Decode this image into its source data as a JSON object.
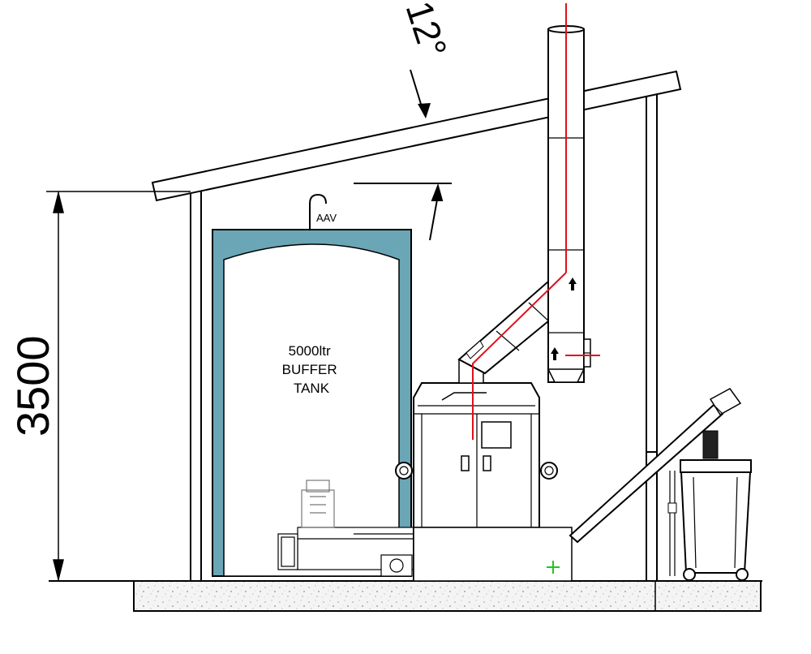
{
  "diagram": {
    "roof_pitch": "12°",
    "height_dimension": "3500",
    "tank_label_lines": [
      "5000ltr",
      "BUFFER",
      "TANK"
    ],
    "valve_label": "AAV"
  },
  "colors": {
    "tank_insulation": "#6aa6b6",
    "flue_line": "#e0101a",
    "marker_green": "#1ec81e",
    "concrete_fill": "#f2f2f2",
    "line": "#000000"
  }
}
